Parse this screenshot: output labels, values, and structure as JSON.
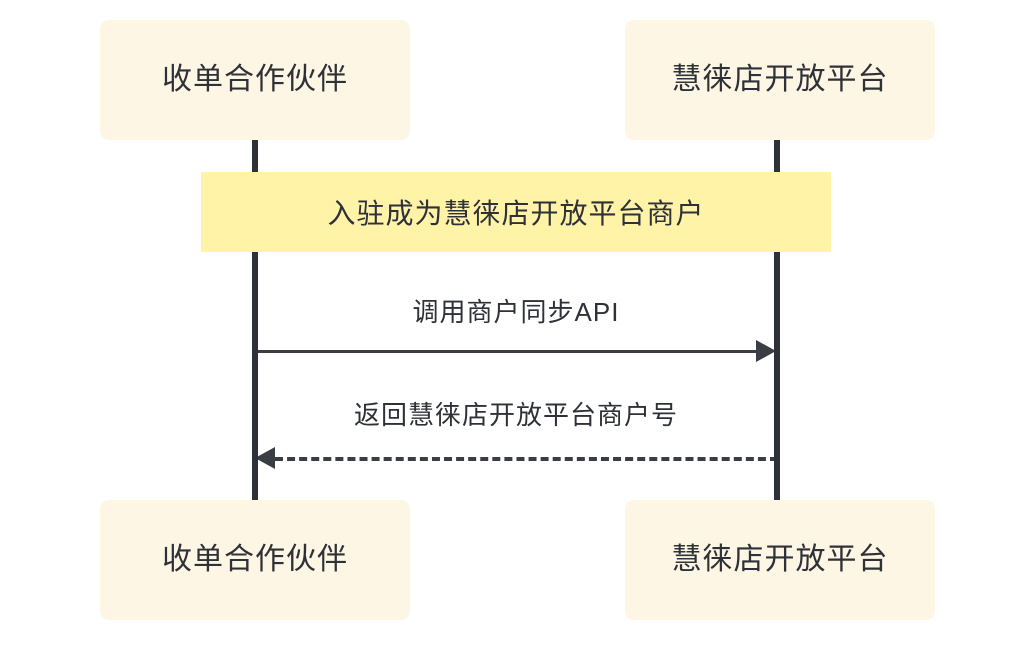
{
  "diagram": {
    "type": "sequence-diagram",
    "colors": {
      "participant_fill": "#fdf6e4",
      "participant_border": "#f5c53d",
      "note_fill": "#fff3a8",
      "line": "#3a3d44",
      "text": "#2e3137",
      "background": "#ffffff"
    },
    "participants": [
      {
        "id": "partner",
        "label": "收单合作伙伴"
      },
      {
        "id": "platform",
        "label": "慧徕店开放平台"
      }
    ],
    "participants_bottom": [
      {
        "id": "partner",
        "label": "收单合作伙伴"
      },
      {
        "id": "platform",
        "label": "慧徕店开放平台"
      }
    ],
    "notes": [
      {
        "id": "note-onboarding",
        "text": "入驻成为慧徕店开放平台商户",
        "spans": "partner-to-platform"
      }
    ],
    "messages": [
      {
        "id": "msg-sync-api",
        "label": "调用商户同步API",
        "from": "partner",
        "to": "platform",
        "style": "solid",
        "direction": "right"
      },
      {
        "id": "msg-return-merchant-no",
        "label": "返回慧徕店开放平台商户号",
        "from": "platform",
        "to": "partner",
        "style": "dashed",
        "direction": "left"
      }
    ]
  }
}
